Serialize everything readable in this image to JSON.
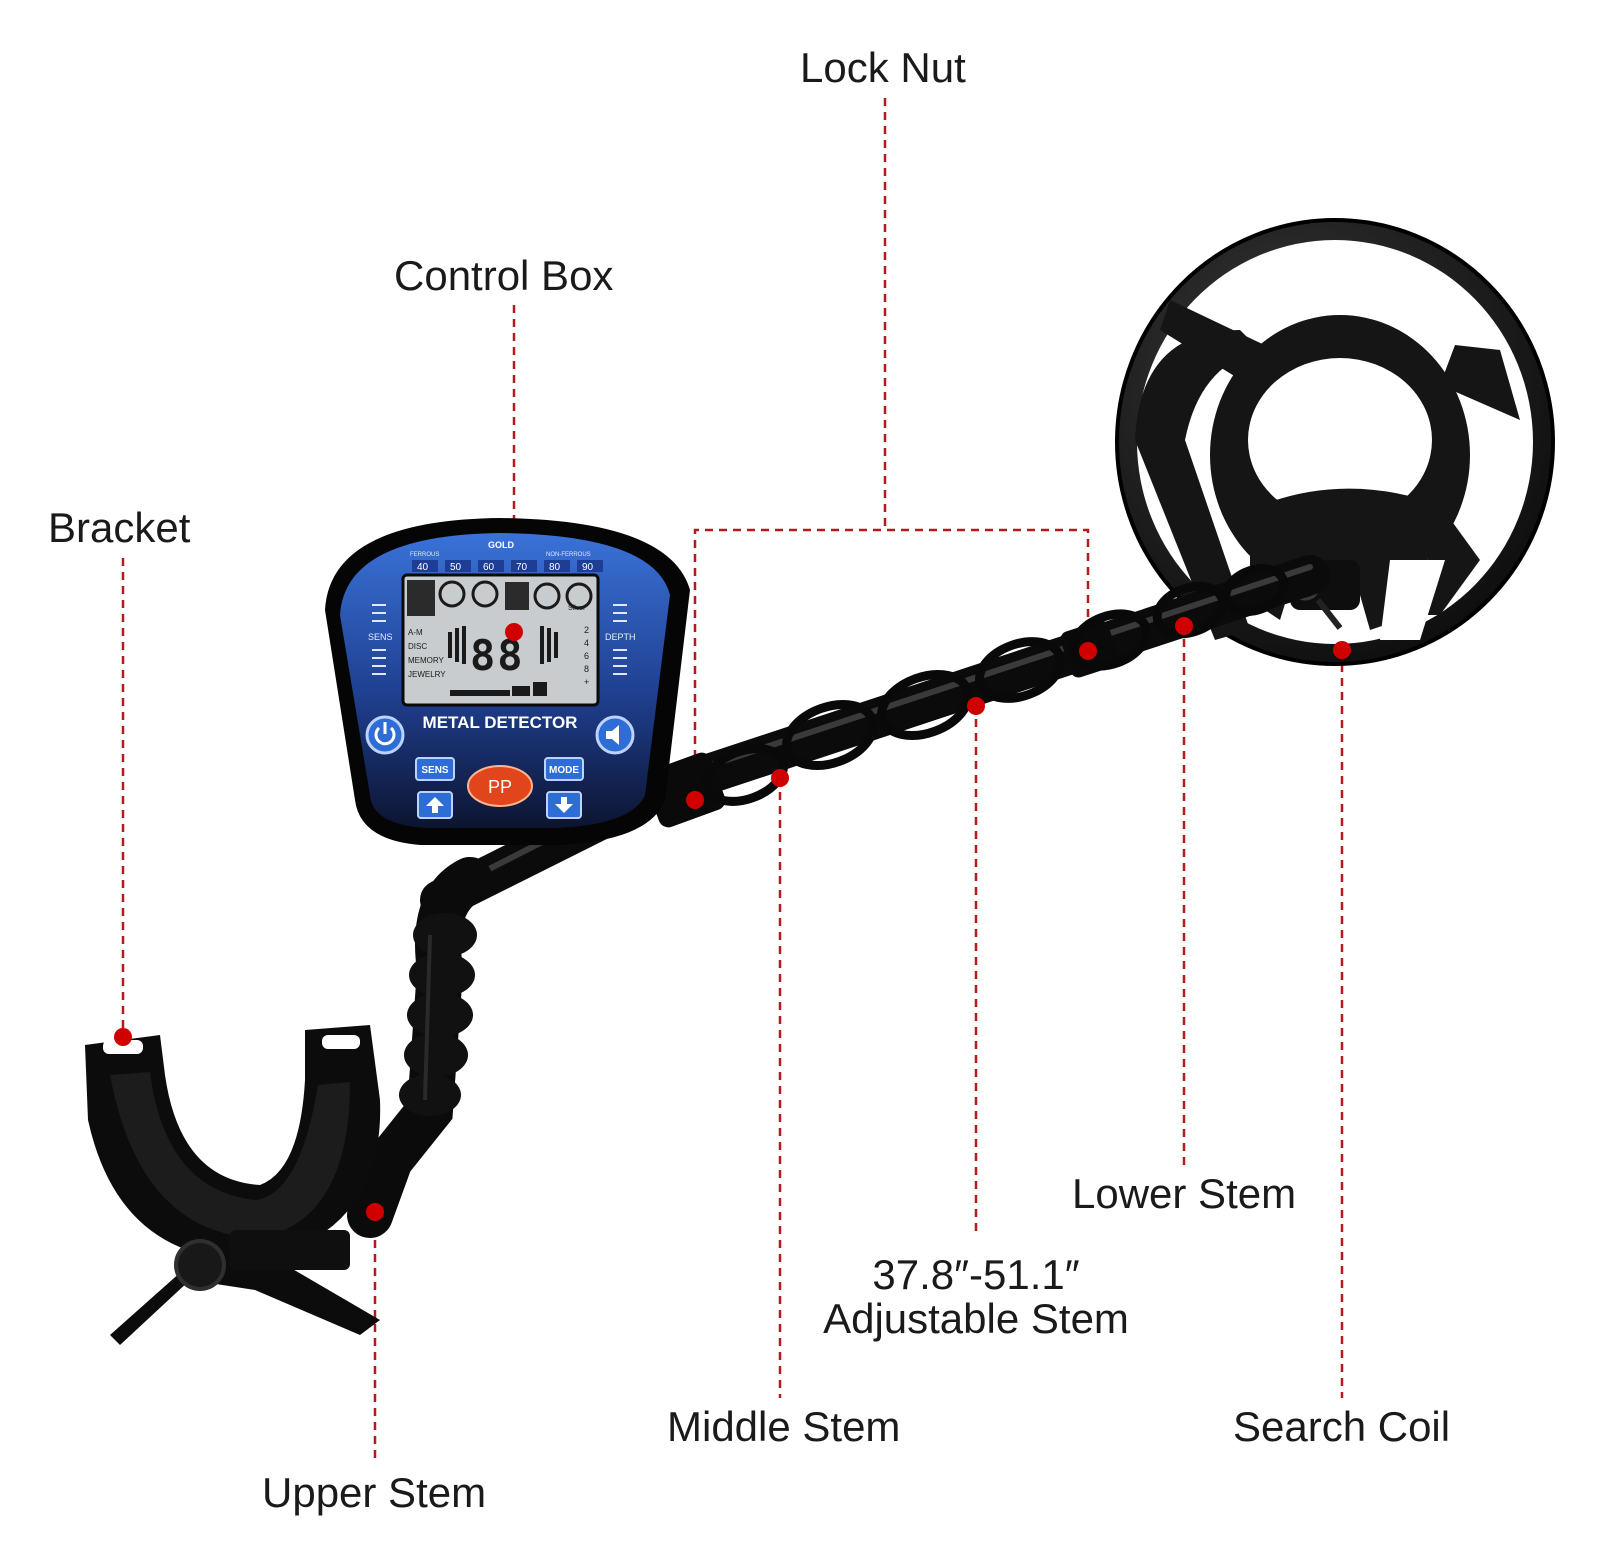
{
  "colors": {
    "leader_line": "#b31b1b",
    "marker_dot": "#d10000",
    "body_black": "#141414",
    "panel_blue": "#2f63c9",
    "lcd_gray": "#c9ccce",
    "pp_red": "#e0451c"
  },
  "callouts": {
    "lock_nut": "Lock Nut",
    "control_box": "Control Box",
    "bracket": "Bracket",
    "lower_stem": "Lower Stem",
    "adjustable_size": "37.8″-51.1″",
    "adjustable_stem": "Adjustable Stem",
    "middle_stem": "Middle Stem",
    "search_coil": "Search Coil",
    "upper_stem": "Upper Stem"
  },
  "control_panel": {
    "scale_ferrous": "FERROUS",
    "scale_gold": "GOLD",
    "scale_nonferrous": "NON-FERROUS",
    "scale_numbers": [
      "40",
      "50",
      "60",
      "70",
      "80",
      "90"
    ],
    "modes": [
      "A-M",
      "DISC",
      "MEMORY",
      "JEWELRY"
    ],
    "digits": "88",
    "sens_side": "SENS",
    "depth_side": "DEPTH",
    "depth_numbers": [
      "2",
      "4",
      "6",
      "8",
      "+"
    ],
    "silver": "Silver",
    "brand": "METAL DETECTOR",
    "sens_button": "SENS",
    "mode_button": "MODE",
    "pp_button": "PP",
    "icons": [
      "power-icon",
      "volume-icon",
      "arrow-up-icon",
      "arrow-down-icon"
    ]
  }
}
